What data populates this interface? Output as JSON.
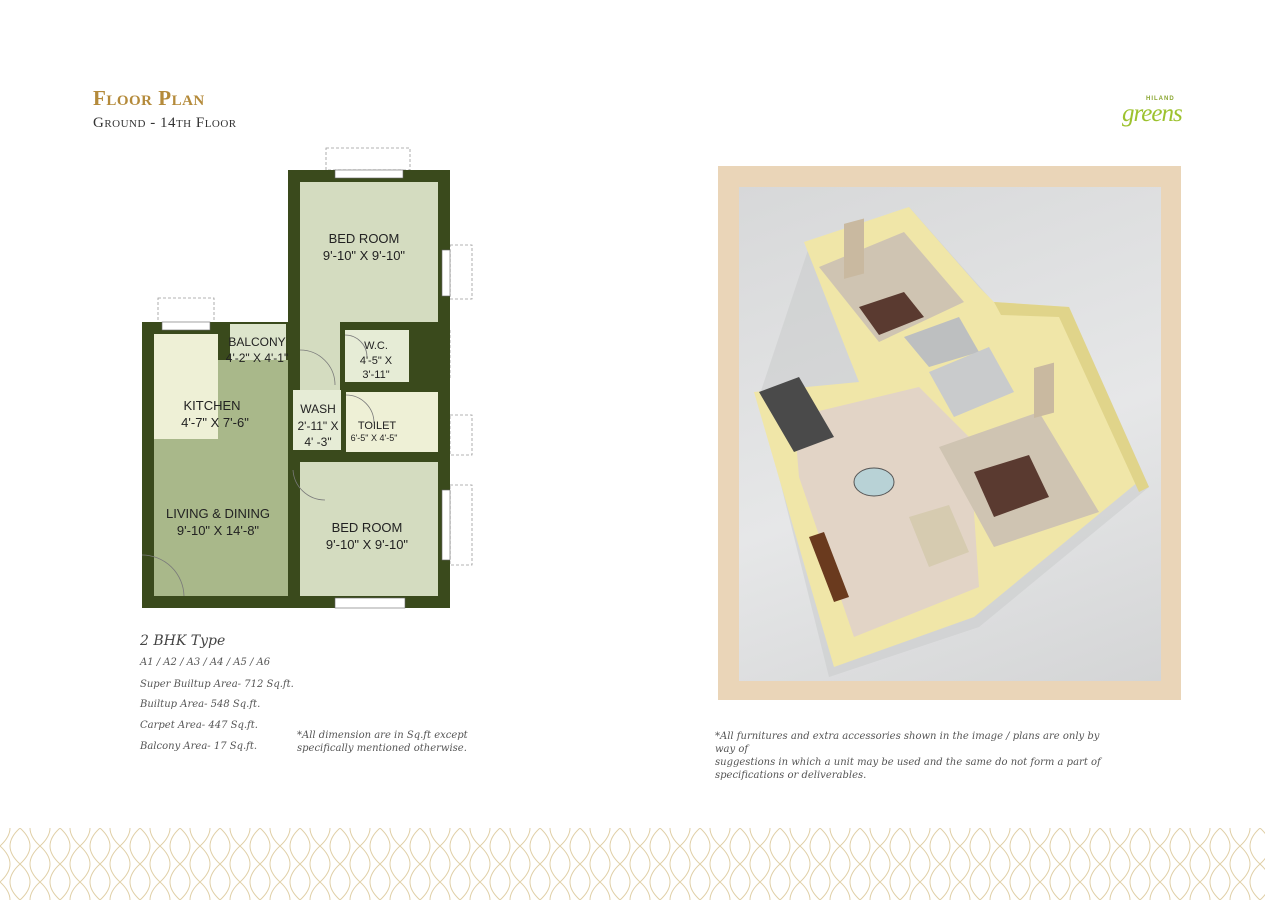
{
  "header": {
    "title": "Floor Plan",
    "subtitle": "Ground - 14th Floor"
  },
  "logo": {
    "top": "HILAND",
    "main": "greens"
  },
  "rooms": {
    "bedroom_top": {
      "name": "BED ROOM",
      "size": "9'-10\" X 9'-10\""
    },
    "balcony": {
      "name": "BALCONY",
      "size": "4'-2\" X 4'-1\""
    },
    "wc": {
      "name": "W.C.",
      "size_line1": "4'-5\" X",
      "size_line2": "3'-11\""
    },
    "kitchen": {
      "name": "KITCHEN",
      "size": "4'-7\" X 7'-6\""
    },
    "wash": {
      "name": "WASH",
      "size_line1": "2'-11\" X",
      "size_line2": "4' -3\""
    },
    "toilet": {
      "name": "TOILET",
      "size": "6'-5\" X 4'-5\""
    },
    "living": {
      "name": "LIVING & DINING",
      "size": "9'-10\" X 14'-8\""
    },
    "bedroom_bottom": {
      "name": "BED ROOM",
      "size": "9'-10\" X 9'-10\""
    }
  },
  "specs": {
    "type": "2 BHK Type",
    "units": "A1 / A2 / A3 / A4 / A5 / A6",
    "super_builtup": "Super Builtup Area- 712 Sq.ft.",
    "builtup": "Builtup Area- 548 Sq.ft.",
    "carpet": "Carpet Area- 447 Sq.ft.",
    "balcony": "Balcony Area- 17 Sq.ft."
  },
  "notes": {
    "dimension_line1": "*All dimension are in Sq.ft except",
    "dimension_line2": "specifically mentioned otherwise.",
    "furniture_line1": "*All furnitures and extra accessories shown in the image / plans are only by way of",
    "furniture_line2": "suggestions in which a unit may be used and the same do not form a part of",
    "furniture_line3": "specifications or deliverables."
  },
  "colors": {
    "gold": "#b48a3a",
    "wall": "#3a4a1c",
    "room_light": "#d4dcc0",
    "room_mid": "#a9b88a",
    "frame": "#ead5b8",
    "logo_green": "#9dc22e"
  }
}
